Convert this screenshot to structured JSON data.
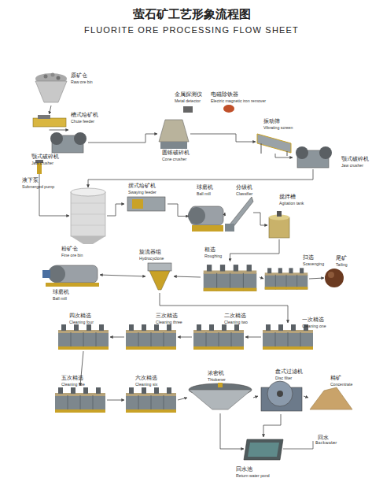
{
  "diagram": {
    "title": "萤石矿工艺形象流程图",
    "nodes": [
      {
        "text": [
          "原矿仓",
          "Raw ore bin"
        ]
      },
      {
        "text": [
          "槽式给矿机",
          "Chute feeder"
        ]
      },
      {
        "text": [
          "颚式破碎机",
          "Jaw crusher"
        ]
      },
      {
        "text": [
          "金属探测仪",
          "Metal detector"
        ]
      },
      {
        "text": [
          "电磁除铁器",
          "Electric magnetic iron remover"
        ]
      },
      {
        "text": [
          "圆锥破碎机",
          "Cone crusher"
        ]
      },
      {
        "text": [
          "振动筛",
          "Vibrating screen"
        ]
      },
      {
        "text": [
          "颚式破碎机",
          "Jaw crusher"
        ]
      },
      {
        "text": [
          "液下泵",
          "Submerged pump"
        ]
      },
      {
        "text": [
          "粉矿仓",
          "Fine ore bin"
        ]
      },
      {
        "text": [
          "摆式给矿机",
          "Swaying feeder"
        ]
      },
      {
        "text": [
          "球磨机",
          "Ball mill"
        ]
      },
      {
        "text": [
          "分级机",
          "Classifier"
        ]
      },
      {
        "text": [
          "搅拌槽",
          "Agitation tank"
        ]
      },
      {
        "text": [
          "球磨机",
          "Ball mill"
        ]
      },
      {
        "text": [
          "旋流器组",
          "Hydrocyclone"
        ]
      },
      {
        "text": [
          "粗选",
          "Roughing"
        ]
      },
      {
        "text": [
          "扫选",
          "Scavenging"
        ]
      },
      {
        "text": [
          "尾矿",
          "Tailing"
        ]
      },
      {
        "text": [
          "四次精选",
          "Cleaning four"
        ]
      },
      {
        "text": [
          "三次精选",
          "Cleaning three"
        ]
      },
      {
        "text": [
          "二次精选",
          "Cleaning two"
        ]
      },
      {
        "text": [
          "一次精选",
          "Cleaning one"
        ]
      },
      {
        "text": [
          "五次精选",
          "Cleaning five"
        ]
      },
      {
        "text": [
          "六次精选",
          "Cleaning six"
        ]
      },
      {
        "text": [
          "浓密机",
          "Thickener"
        ]
      },
      {
        "text": [
          "盘式过滤机",
          "Disc filter"
        ]
      },
      {
        "text": [
          "精矿",
          "Concentrate"
        ]
      },
      {
        "text": [
          "回水池",
          "Return water pond"
        ]
      }
    ],
    "edges": [
      {
        "from": 0,
        "to": 1,
        "arrow": "to"
      },
      {
        "from": 1,
        "to": 2,
        "arrow": "to"
      },
      {
        "from": 2,
        "to": 5,
        "arrow": "to"
      },
      {
        "from": 5,
        "to": 6,
        "arrow": "to"
      },
      {
        "from": 6,
        "to": 7,
        "arrow": "to"
      },
      {
        "from": 7,
        "to": 9,
        "arrow": "to"
      },
      {
        "from": 8,
        "to": 9,
        "arrow": "to"
      },
      {
        "from": 9,
        "to": 10,
        "arrow": "to"
      },
      {
        "from": 10,
        "to": 11,
        "arrow": "to"
      },
      {
        "from": 11,
        "to": 12,
        "arrow": "to"
      },
      {
        "from": 12,
        "to": 13,
        "arrow": "to"
      },
      {
        "from": 13,
        "to": 16,
        "arrow": "to"
      },
      {
        "from": 16,
        "to": 17,
        "arrow": "to"
      },
      {
        "from": 17,
        "to": 18,
        "arrow": "to"
      },
      {
        "from": 16,
        "to": 15,
        "arrow": "to"
      },
      {
        "from": 15,
        "to": 14,
        "arrow": "both"
      },
      {
        "from": 15,
        "to": 22,
        "arrow": "to"
      },
      {
        "from": 22,
        "to": 21,
        "arrow": "to"
      },
      {
        "from": 21,
        "to": 20,
        "arrow": "to"
      },
      {
        "from": 20,
        "to": 19,
        "arrow": "to"
      },
      {
        "from": 19,
        "to": 23,
        "arrow": "to"
      },
      {
        "from": 23,
        "to": 24,
        "arrow": "to"
      },
      {
        "from": 24,
        "to": 25,
        "arrow": "to"
      },
      {
        "from": 25,
        "to": 26,
        "arrow": "to"
      },
      {
        "from": 26,
        "to": 27,
        "arrow": "to"
      },
      {
        "from": 26,
        "to": 28,
        "arrow": "to"
      },
      {
        "from": 25,
        "to": 28,
        "arrow": "to"
      }
    ],
    "labels": [
      "FLUORITE ORE PROCESSING FLOW SHEET",
      "回水",
      "Backwater"
    ]
  }
}
